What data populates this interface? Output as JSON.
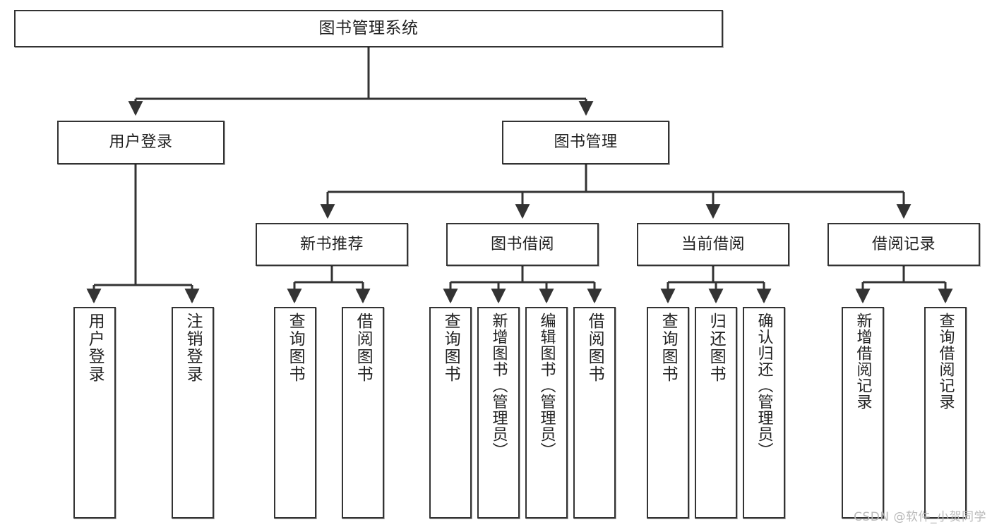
{
  "diagram": {
    "title": "图书管理系统",
    "type": "tree-hierarchy-diagram",
    "colors": {
      "node_border": "#333333",
      "node_fill": "#ffffff",
      "connector": "#333333",
      "watermark": "#b9b9b9",
      "background": "#ffffff"
    },
    "root": {
      "label": "图书管理系统"
    },
    "level2": [
      {
        "label": "用户登录"
      },
      {
        "label": "图书管理"
      }
    ],
    "level3": [
      {
        "label": "新书推荐"
      },
      {
        "label": "图书借阅"
      },
      {
        "label": "当前借阅"
      },
      {
        "label": "借阅记录"
      }
    ],
    "leaves": {
      "user_login": [
        {
          "label": "用户登录"
        },
        {
          "label": "注销登录"
        }
      ],
      "new_book_recommend": [
        {
          "label": "查询图书"
        },
        {
          "label": "借阅图书"
        }
      ],
      "book_borrow": [
        {
          "label": "查询图书"
        },
        {
          "label": "新增图书（管理员）"
        },
        {
          "label": "编辑图书（管理员）"
        },
        {
          "label": "借阅图书"
        }
      ],
      "current_borrow": [
        {
          "label": "查询图书"
        },
        {
          "label": "归还图书"
        },
        {
          "label": "确认归还（管理员）"
        }
      ],
      "borrow_record": [
        {
          "label": "新增借阅记录"
        },
        {
          "label": "查询借阅记录"
        }
      ]
    }
  },
  "watermark": {
    "text": "CSDN @软件_小贺同学"
  }
}
